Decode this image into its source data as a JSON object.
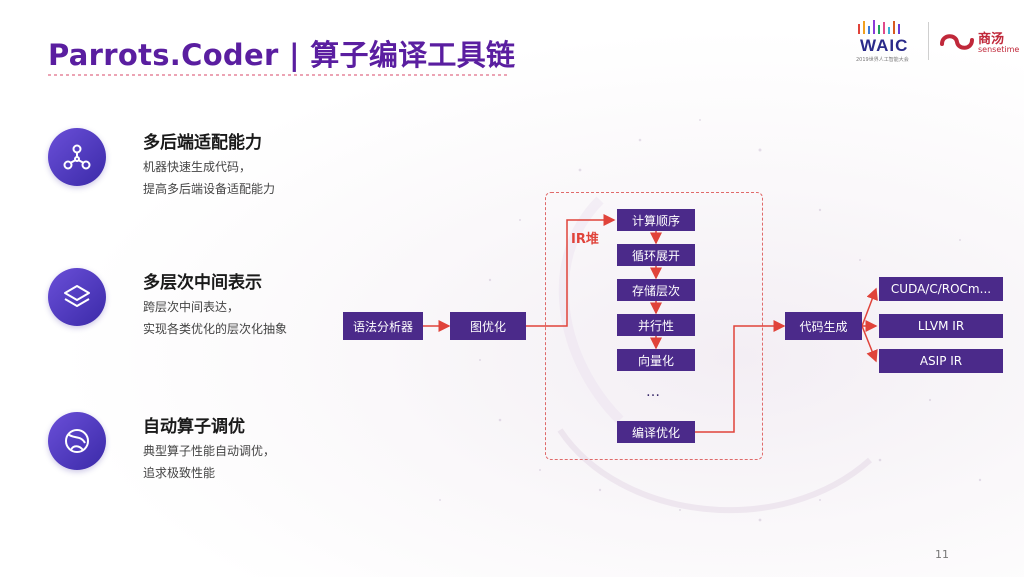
{
  "header": {
    "title": "Parrots.Coder | 算子编译工具链",
    "waic_logo": "WAIC",
    "waic_sub": "2019世界人工智能大会",
    "sensetime_cn": "商汤",
    "sensetime_en": "sensetime"
  },
  "features": [
    {
      "title": "多后端适配能力",
      "desc1": "机器快速生成代码，",
      "desc2": "提高多后端设备适配能力",
      "icon": "network-nodes-icon"
    },
    {
      "title": "多层次中间表示",
      "desc1": "跨层次中间表达，",
      "desc2": "实现各类优化的层次化抽象",
      "icon": "layers-icon"
    },
    {
      "title": "自动算子调优",
      "desc1": "典型算子性能自动调优，",
      "desc2": "追求极致性能",
      "icon": "globe-icon"
    }
  ],
  "diagram": {
    "parser": "语法分析器",
    "graph_opt": "图优化",
    "ir_label": "IR堆",
    "ir_steps": [
      "计算顺序",
      "循环展开",
      "存储层次",
      "并行性",
      "向量化"
    ],
    "ellipsis": "…",
    "compile_opt": "编译优化",
    "codegen": "代码生成",
    "targets": [
      "CUDA/C/ROCm...",
      "LLVM IR",
      "ASIP IR"
    ]
  },
  "page_number": "11",
  "colors": {
    "title": "#5a1ea0",
    "box": "#4b2a8a",
    "arrow": "#e0433a",
    "icon_circle": "#4a35b8"
  }
}
